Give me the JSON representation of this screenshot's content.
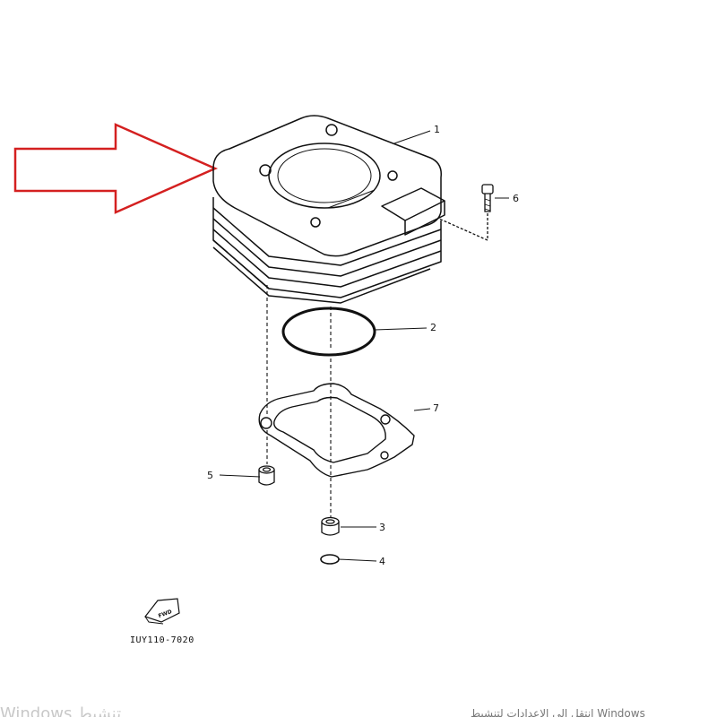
{
  "diagram": {
    "parts": [
      {
        "number": "1",
        "label": "cylinder"
      },
      {
        "number": "2",
        "label": "o-ring"
      },
      {
        "number": "3",
        "label": "dowel-pin"
      },
      {
        "number": "4",
        "label": "o-ring-small"
      },
      {
        "number": "5",
        "label": "dowel-pin"
      },
      {
        "number": "6",
        "label": "bolt"
      },
      {
        "number": "7",
        "label": "cylinder-gasket"
      }
    ],
    "fwd_label": "FWD",
    "drawing_code": "IUY110-7020"
  },
  "annotation": {
    "arrow_color": "#d42020",
    "icon": "right-arrow-outline-icon"
  },
  "overlay": {
    "watermark_left": "Windows تنشيط",
    "watermark_right": "انتقل إلى الإعدادات لتنشيط Windows"
  }
}
